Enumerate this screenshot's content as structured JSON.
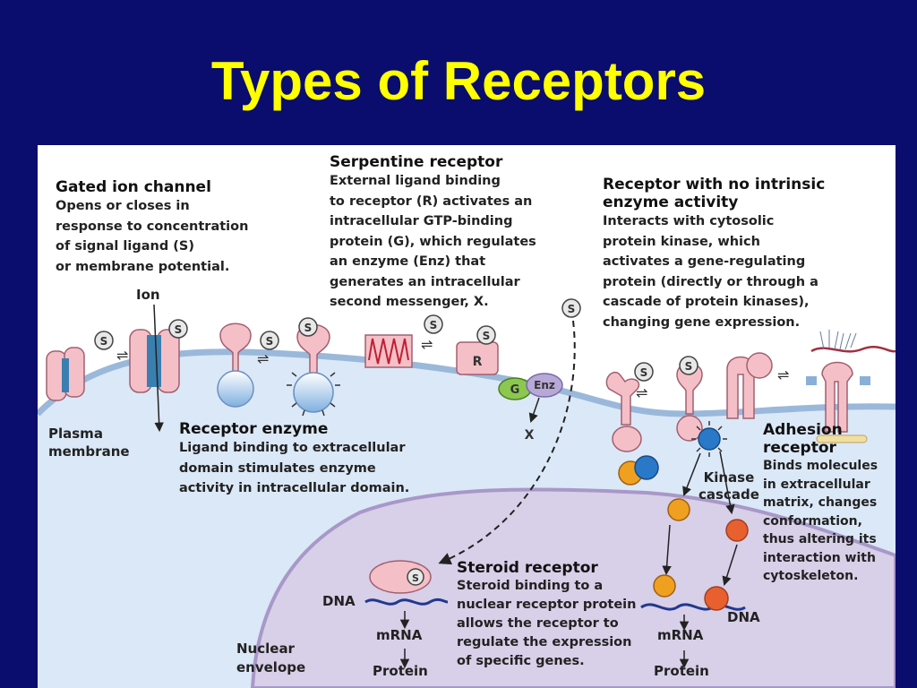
{
  "slide": {
    "title": "Types of Receptors"
  },
  "gated_ion_channel": {
    "title": "Gated ion channel",
    "lines": [
      "Opens or closes in",
      "response to concentration",
      "of signal ligand (S)",
      "or membrane potential."
    ]
  },
  "serpentine_receptor": {
    "title": "Serpentine receptor",
    "lines": [
      "External ligand binding",
      "to receptor (R) activates an",
      "intracellular GTP-binding",
      "protein (G), which regulates",
      "an enzyme (Enz) that",
      "generates an intracellular",
      "second messenger, X."
    ]
  },
  "no_intrinsic_receptor": {
    "title_lines": [
      "Receptor with no intrinsic",
      "enzyme activity"
    ],
    "lines": [
      "Interacts with cytosolic",
      "protein kinase, which",
      "activates a gene-regulating",
      "protein (directly or through a",
      "cascade of protein kinases),",
      "changing gene expression."
    ]
  },
  "receptor_enzyme": {
    "title": "Receptor enzyme",
    "lines": [
      "Ligand binding to extracellular",
      "domain stimulates enzyme",
      "activity in intracellular domain."
    ]
  },
  "adhesion_receptor": {
    "title_lines": [
      "Adhesion",
      "receptor"
    ],
    "lines": [
      "Binds molecules",
      "in extracellular",
      "matrix, changes",
      "conformation,",
      "thus altering its",
      "interaction with",
      "cytoskeleton."
    ]
  },
  "steroid_receptor": {
    "title": "Steroid receptor",
    "lines": [
      "Steroid binding to a",
      "nuclear receptor protein",
      "allows the receptor to",
      "regulate the expression",
      "of specific genes."
    ]
  },
  "labels": {
    "ion": "Ion",
    "plasma_membrane": [
      "Plasma",
      "membrane"
    ],
    "nuclear_envelope": [
      "Nuclear",
      "envelope"
    ],
    "kinase_cascade": [
      "Kinase",
      "cascade"
    ],
    "dna_left": "DNA",
    "dna_right": "DNA",
    "mrna_left": "mRNA",
    "mrna_right": "mRNA",
    "protein_left": "Protein",
    "protein_right": "Protein",
    "s": "S",
    "r": "R",
    "g": "G",
    "enz": "Enz",
    "x": "X"
  },
  "colors": {
    "background": "#0a0c6e",
    "title": "#ffff00",
    "cytoplasm": "#dbe8f7",
    "membrane": "#9ab8da",
    "nucleus": "#d8cfe8",
    "receptor_pink": "#f5bfc8",
    "ion_channel_blue": "#3a7fb0",
    "kinase_blue": "#2a78c8",
    "kinase_orange": "#f0a020",
    "kinase_red": "#e86030",
    "g_protein_green": "#8cc850",
    "enzyme_purple": "#b8a8d8",
    "dna_blue": "#203890"
  }
}
